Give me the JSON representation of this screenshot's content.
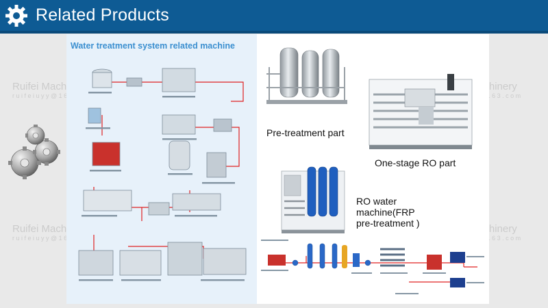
{
  "header": {
    "title": "Related Products",
    "icon": "gear-icon"
  },
  "watermark": {
    "text": "Ruifei Machinery",
    "email": "ruifeiuyy@163.com"
  },
  "panel": {
    "title": "Water treatment system related machine"
  },
  "photos": [
    {
      "caption": "Pre-treatment part"
    },
    {
      "caption": "One-stage RO part"
    },
    {
      "caption": "RO water machine(FRP pre-treatment )"
    }
  ],
  "colors": {
    "header": "#0e5b94",
    "panel_title": "#3b8fd0",
    "flow_line": "#e02020"
  }
}
